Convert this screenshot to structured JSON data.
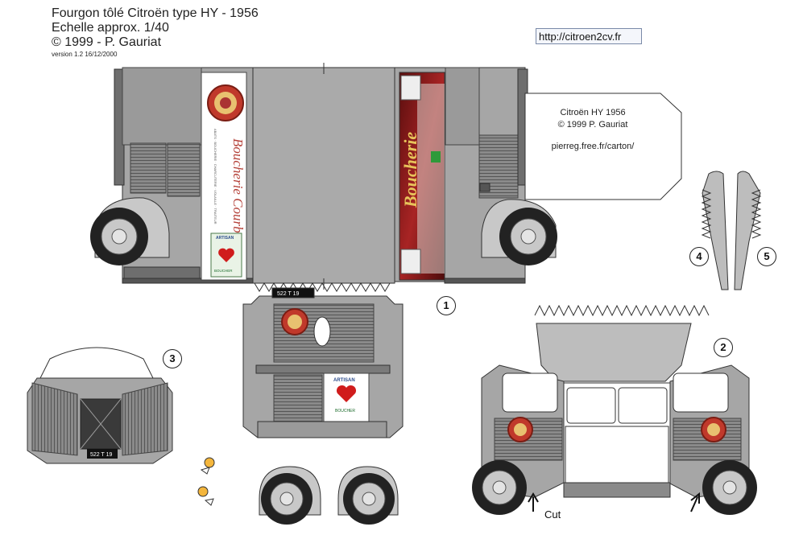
{
  "header": {
    "title": "Fourgon tôlé Citroën type HY - 1956",
    "scale": "Echelle approx. 1/40",
    "copyright": "© 1999 - P. Gauriat",
    "version": "version 1.2  16/12/2000"
  },
  "website_link": "http://citroen2cv.fr",
  "tab_label": {
    "line1": "Citroën HY 1956",
    "line2": "© 1999 P. Gauriat",
    "line3": "pierreg.free.fr/carton/"
  },
  "part_numbers": [
    "1",
    "2",
    "3",
    "4",
    "5"
  ],
  "cut_label": "Cut",
  "license_plate": "522 T 19",
  "side_panels": {
    "left": {
      "shop_name": "Boucherie Courbon",
      "trades": "ABATS · BOUCHERIE · CHARCUTERIE · VOLAILLE · TRAITEUR",
      "badge": "ARTISAN",
      "badge_sub": "BOUCHER"
    },
    "right": {
      "shop_name": "Boucherie"
    }
  },
  "rear_panel": {
    "badge": "ARTISAN",
    "badge_sub": "BOUCHER"
  },
  "colors": {
    "body_grey": "#a6a6a6",
    "dark_grey": "#6e6e6e",
    "outline": "#333333",
    "meat_red": "#8e1a1a",
    "heart_red": "#d01c1c",
    "gold": "#c89a3a",
    "tire": "#222222"
  }
}
